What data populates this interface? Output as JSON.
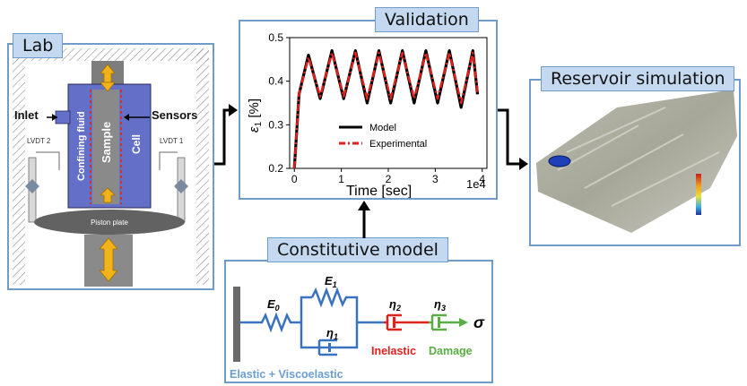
{
  "lab": {
    "title": "Lab",
    "labels": {
      "inlet": "Inlet",
      "sensors": "Sensors",
      "confining_fluid": "Confining fluid",
      "sample": "Sample",
      "cell": "Cell",
      "lvdt2": "LVDT 2",
      "lvdt1": "LVDT 1",
      "piston_plate": "Piston plate"
    }
  },
  "validation": {
    "title": "Validation"
  },
  "reservoir": {
    "title": "Reservoir simulation"
  },
  "constitutive": {
    "title": "Constitutive model",
    "labels": {
      "e0": "E",
      "e0_sub": "0",
      "e1": "E",
      "e1_sub": "1",
      "eta1": "η",
      "eta1_sub": "1",
      "eta2": "η",
      "eta2_sub": "2",
      "eta3": "η",
      "eta3_sub": "3",
      "sigma": "σ",
      "elastic": "Elastic + Viscoelastic",
      "inelastic": "Inelastic",
      "damage": "Damage"
    },
    "colors": {
      "blue": "#3a72c0",
      "red": "#e0201c",
      "green": "#5aac44",
      "gray": "#6a6a6a"
    }
  },
  "chart_data": {
    "type": "line",
    "ylabel": "ε",
    "ylabel_sub": "1",
    "ylabel_unit": "[%]",
    "xlabel": "Time [sec]",
    "x_multiplier": "1e4",
    "xlim": [
      -0.1,
      4.1
    ],
    "ylim": [
      0.2,
      0.5
    ],
    "xticks": [
      "0",
      "1",
      "2",
      "3",
      "4"
    ],
    "yticks": [
      "0.2",
      "0.3",
      "0.4",
      "0.5"
    ],
    "legend_position": "center-right",
    "series": [
      {
        "name": "Model",
        "color": "#000000",
        "x": [
          0,
          0.1,
          0.3,
          0.55,
          0.8,
          1.05,
          1.3,
          1.55,
          1.8,
          2.05,
          2.3,
          2.55,
          2.8,
          3.05,
          3.3,
          3.55,
          3.8,
          3.9
        ],
        "values": [
          0.2,
          0.37,
          0.46,
          0.36,
          0.47,
          0.36,
          0.47,
          0.35,
          0.47,
          0.35,
          0.47,
          0.35,
          0.47,
          0.35,
          0.47,
          0.34,
          0.47,
          0.37
        ]
      },
      {
        "name": "Experimental",
        "color": "#e0201c",
        "x": [
          0,
          0.1,
          0.3,
          0.55,
          0.8,
          1.05,
          1.3,
          1.55,
          1.8,
          2.05,
          2.3,
          2.55,
          2.8,
          3.05,
          3.3,
          3.55,
          3.8,
          3.9
        ],
        "values": [
          0.2,
          0.37,
          0.455,
          0.365,
          0.465,
          0.365,
          0.465,
          0.36,
          0.465,
          0.36,
          0.465,
          0.36,
          0.465,
          0.36,
          0.465,
          0.35,
          0.465,
          0.375
        ]
      }
    ]
  }
}
